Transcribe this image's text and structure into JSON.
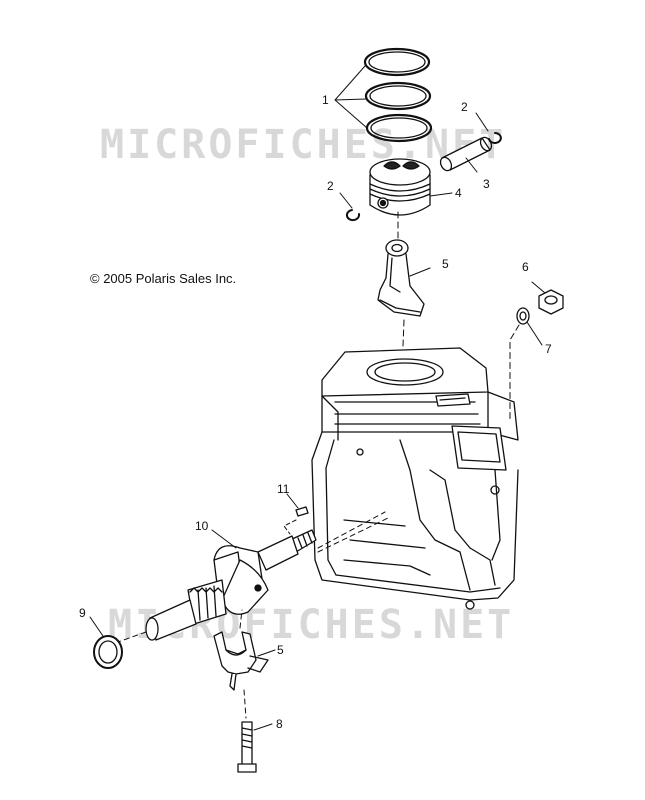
{
  "copyright": "© 2005 Polaris Sales Inc.",
  "watermark": "MICROFICHES.NET",
  "callouts": {
    "c1": "1",
    "c2a": "2",
    "c2b": "2",
    "c3": "3",
    "c4": "4",
    "c5a": "5",
    "c5b": "5",
    "c6": "6",
    "c7": "7",
    "c8": "8",
    "c9": "9",
    "c10": "10",
    "c11": "11"
  }
}
